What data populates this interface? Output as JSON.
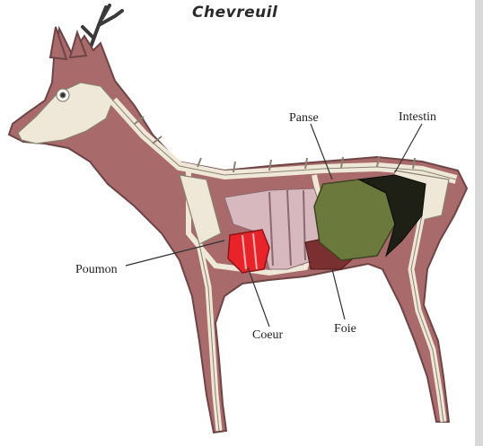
{
  "title": "Chevreuil",
  "labels": {
    "panse": "Panse",
    "intestin": "Intestin",
    "poumon": "Poumon",
    "coeur": "Coeur",
    "foie": "Foie"
  },
  "colors": {
    "body": "#a86a6b",
    "skeleton": "#efe8d8",
    "heart": "#e8232a",
    "rumen": "#6b7a3c",
    "intestine": "#1e1f15",
    "lung": "#d8b8bf"
  }
}
